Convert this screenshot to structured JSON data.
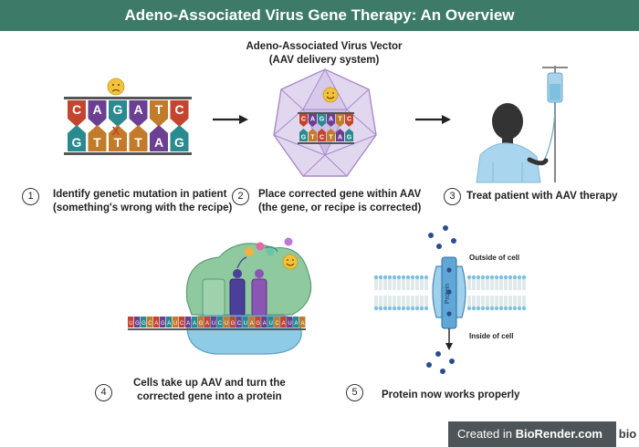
{
  "title": "Adeno-Associated Virus Gene Therapy:  An Overview",
  "vector": {
    "title": "Adeno-Associated Virus Vector",
    "subtitle": "(AAV delivery system)"
  },
  "steps": [
    {
      "number": "1",
      "line1": "Identify genetic mutation in patient",
      "line2": "(something's wrong with the recipe)"
    },
    {
      "number": "2",
      "line1": "Place corrected gene within AAV",
      "line2": "(the gene, or recipe is corrected)"
    },
    {
      "number": "3",
      "line1": "Treat patient with AAV therapy",
      "line2": ""
    },
    {
      "number": "4",
      "line1": "Cells take up AAV and turn the",
      "line2": "corrected gene into a protein"
    },
    {
      "number": "5",
      "line1": "Protein now works properly",
      "line2": ""
    }
  ],
  "dna": {
    "top": [
      "C",
      "A",
      "G",
      "A",
      "T",
      "C"
    ],
    "bottom": [
      "G",
      "T",
      "T",
      "T",
      "A",
      "G"
    ],
    "mutation_mark": "X"
  },
  "capsid": {
    "top": [
      "C",
      "A",
      "G",
      "A",
      "T",
      "C"
    ],
    "bottom": [
      "G",
      "T",
      "C",
      "T",
      "A",
      "G"
    ]
  },
  "membrane": {
    "outside_label": "Outside of cell",
    "inside_label": "Inside of cell",
    "protein_label": "Protein"
  },
  "mrna_strand": "UGGCAGAUCAAGAUCUGCUAGAUCAUAA",
  "footer": {
    "created_in": "Created in ",
    "brand": "BioRender.com",
    "logo": "bio"
  },
  "colors": {
    "banner": "#3d7a67",
    "C": "#c4452f",
    "A": "#6b3f92",
    "G": "#2b8a8f",
    "T": "#c27b2a"
  }
}
